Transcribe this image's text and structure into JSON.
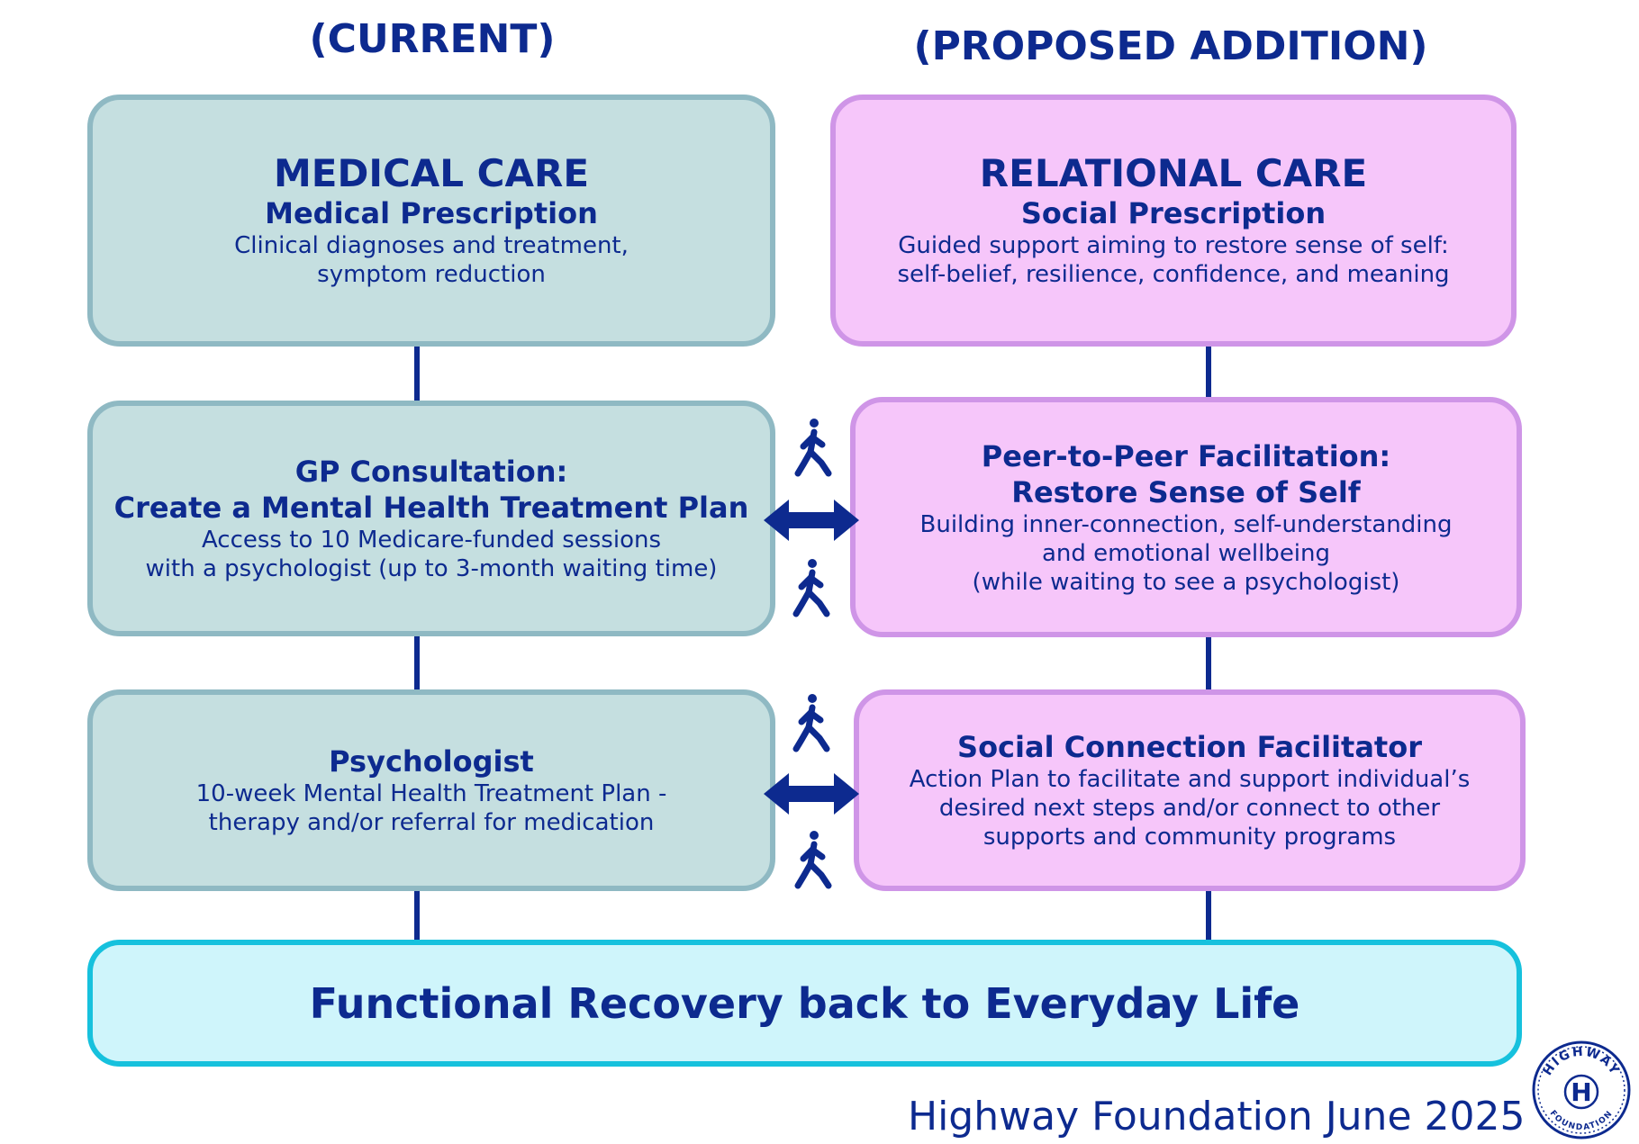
{
  "headings": {
    "current": "(CURRENT)",
    "proposed": "(PROPOSED ADDITION)"
  },
  "left": {
    "medical": {
      "title": "MEDICAL CARE",
      "subtitle": "Medical Prescription",
      "line1": "Clinical diagnoses and treatment,",
      "line2": "symptom reduction"
    },
    "gp": {
      "title1": "GP Consultation:",
      "title2": "Create a Mental Health Treatment Plan",
      "line1": "Access to 10 Medicare-funded sessions",
      "line2": "with a psychologist (up to 3-month waiting time)"
    },
    "psychologist": {
      "title": "Psychologist",
      "line1": "10-week Mental Health Treatment Plan -",
      "line2": "therapy and/or referral for medication"
    }
  },
  "right": {
    "relational": {
      "title": "RELATIONAL CARE",
      "subtitle": "Social Prescription",
      "line1": "Guided support aiming to restore sense of self:",
      "line2": "self-belief, resilience, confidence, and meaning"
    },
    "peer": {
      "title1": "Peer-to-Peer Facilitation:",
      "title2": "Restore Sense of Self",
      "line1": "Building inner-connection, self-understanding",
      "line2": "and emotional wellbeing",
      "line3": "(while waiting to see a psychologist)"
    },
    "social": {
      "title": "Social Connection Facilitator",
      "line1": "Action Plan to facilitate and support individual’s",
      "line2": "desired next steps and/or connect to other",
      "line3": "supports and community programs"
    }
  },
  "outcome": {
    "title": "Functional Recovery back to Everyday Life"
  },
  "footer": {
    "credit": "Highway Foundation June 2025"
  },
  "logo": {
    "top_text": "HIGHWAY",
    "bottom_text": "FOUNDATION",
    "letter": "H"
  },
  "icons": {
    "walker": "walking-person-icon",
    "arrow": "double-arrow-icon"
  },
  "colors": {
    "navy": "#0d2a8f",
    "teal_fill": "#c5dfe0",
    "teal_border": "#8fb9c3",
    "pink_fill": "#f6c6fa",
    "pink_border": "#cf95e7",
    "cyan_fill": "#cff5fb",
    "cyan_border": "#16c1dd"
  }
}
